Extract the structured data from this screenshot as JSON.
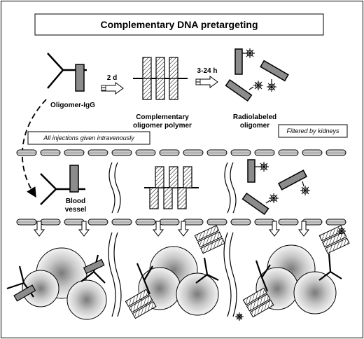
{
  "title": "Complementary DNA pretargeting",
  "steps": {
    "arrow1": "2 d",
    "arrow2": "3-24 h"
  },
  "labels": {
    "oligomer_igg": "Oligomer-IgG",
    "complementary_line1": "Complementary",
    "complementary_line2": "oligomer polymer",
    "radiolabeled_line1": "Radiolabeled",
    "radiolabeled_line2": "oligomer",
    "blood_line1": "Blood",
    "blood_line2": "vessel"
  },
  "notes": {
    "injections": "All injections given intravenously",
    "kidneys": "Filtered by kidneys"
  },
  "colors": {
    "line": "#000000",
    "bar_fill": "#8c8c8c",
    "cell_dark": "#8a8a8a",
    "cell_light": "#f2f2f2"
  }
}
